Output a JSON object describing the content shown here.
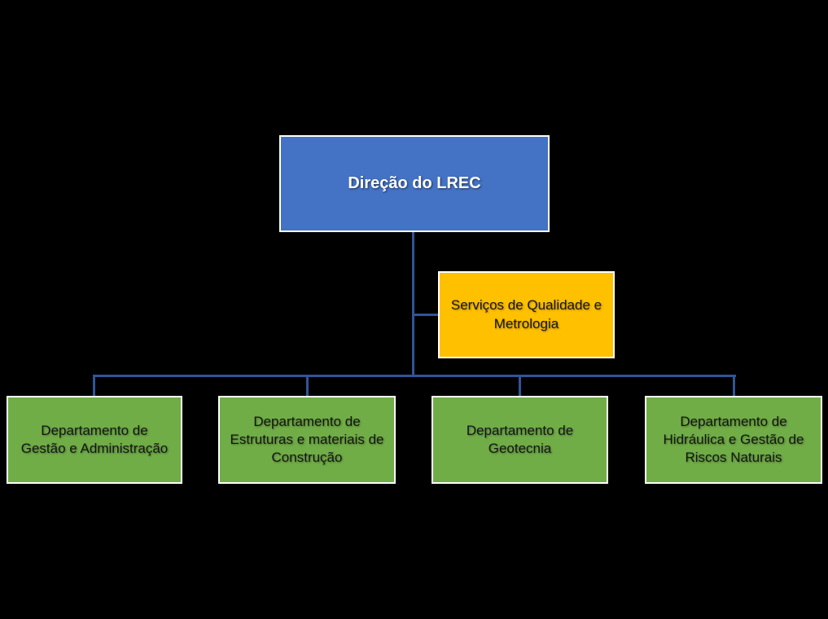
{
  "diagram": {
    "type": "org-chart",
    "background_color": "#000000",
    "connector_color": "#2F5597",
    "border_color": "#FFFFFF",
    "nodes": {
      "root": {
        "label": "Direção do LREC",
        "fill": "#4472C4",
        "text_color": "#FFFFFF"
      },
      "staff": {
        "label": "Serviços de Qualidade e\nMetrologia",
        "fill": "#FFC000",
        "text_color": "#151515"
      },
      "departments": [
        {
          "label": "Departamento de\nGestão e Administração",
          "fill": "#70AD47",
          "text_color": "#151515"
        },
        {
          "label": "Departamento de\nEstruturas e materiais de\nConstrução",
          "fill": "#70AD47",
          "text_color": "#151515"
        },
        {
          "label": "Departamento de\nGeotecnia",
          "fill": "#70AD47",
          "text_color": "#151515"
        },
        {
          "label": "Departamento de\nHidráulica e Gestão de\nRiscos Naturais",
          "fill": "#70AD47",
          "text_color": "#151515"
        }
      ]
    }
  }
}
